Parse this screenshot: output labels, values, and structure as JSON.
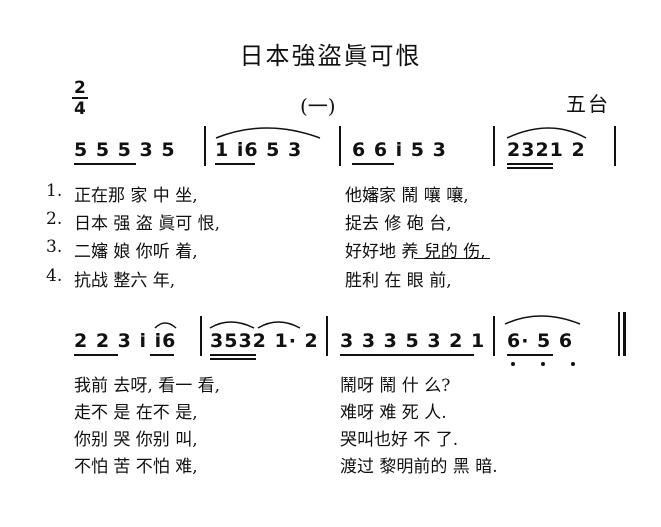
{
  "title": "日本強盜眞可恨",
  "section": "(一)",
  "region": "五台",
  "time_signature": {
    "top": "2",
    "bottom": "4"
  },
  "score": {
    "row1": {
      "m1": "5 5 5  3  5",
      "m2": "1 i6  5  3",
      "m3": "6 6 i  5  3",
      "m4": "2321  2"
    },
    "row2": {
      "m1": "2 2 3  i  i6",
      "m2": "3532  1· 2",
      "m3": "3 3 3 5 3 2 1",
      "m4": "6· 5  6"
    }
  },
  "lyrics": {
    "row1": [
      {
        "num": "1.",
        "a": "正在那 家 中  坐,",
        "b": "他嬸家 鬧 嚷   嚷,"
      },
      {
        "num": "2.",
        "a": "日本   强 盗   眞可  恨,",
        "b": "捉去   修 砲   台,"
      },
      {
        "num": "3.",
        "a": "二嬸   娘    你听  着,",
        "b": "好好地 养 兒的  伤,"
      },
      {
        "num": "4.",
        "a": "抗战   整六   年,",
        "b": "胜利   在 眼   前,"
      }
    ],
    "row2": [
      {
        "a": "我前  去呀, 看一 看,",
        "b": "鬧呀  鬧  什   么?"
      },
      {
        "a": "走不  是     在不 是,",
        "b": "难呀  难  死   人."
      },
      {
        "a": "你别  哭     你别 叫,",
        "b": "哭叫也好  不   了."
      },
      {
        "a": "不怕  苦     不怕 难,",
        "b": "渡过  黎明前的 黑   暗."
      }
    ]
  }
}
